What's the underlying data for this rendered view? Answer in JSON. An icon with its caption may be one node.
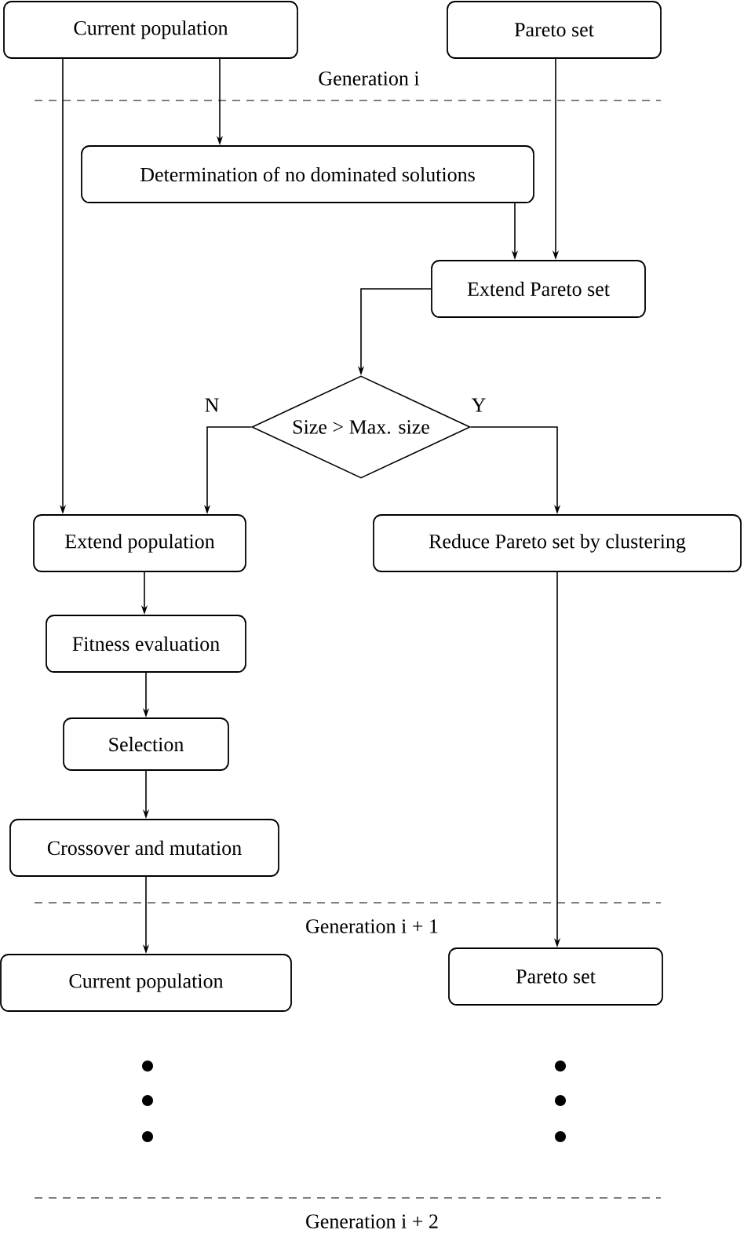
{
  "diagram": {
    "nodes": [
      {
        "text": [
          "Current population"
        ]
      },
      {
        "text": [
          "Pareto set"
        ]
      },
      {
        "text": [
          "Determination of no dominated solutions"
        ]
      },
      {
        "text": [
          "Extend Pareto set"
        ]
      },
      {
        "text": [
          "Size > Max. size"
        ]
      },
      {
        "text": [
          "Extend population"
        ]
      },
      {
        "text": [
          "Reduce Pareto set by clustering"
        ]
      },
      {
        "text": [
          "Fitness evaluation"
        ]
      },
      {
        "text": [
          "Selection"
        ]
      },
      {
        "text": [
          "Crossover and mutation"
        ]
      },
      {
        "text": [
          "Current population"
        ]
      },
      {
        "text": [
          "Pareto set"
        ]
      }
    ],
    "edges": [
      {
        "from": 0,
        "to": 2,
        "arrow": "to"
      },
      {
        "from": 0,
        "to": 5,
        "arrow": "to"
      },
      {
        "from": 1,
        "to": 3,
        "arrow": "to"
      },
      {
        "from": 2,
        "to": 3,
        "arrow": "to"
      },
      {
        "from": 3,
        "to": 4,
        "arrow": "to"
      },
      {
        "from": 4,
        "to": 5,
        "arrow": "to",
        "label": "N"
      },
      {
        "from": 4,
        "to": 6,
        "arrow": "to",
        "label": "Y"
      },
      {
        "from": 5,
        "to": 7,
        "arrow": "to"
      },
      {
        "from": 7,
        "to": 8,
        "arrow": "to"
      },
      {
        "from": 8,
        "to": 9,
        "arrow": "to"
      },
      {
        "from": 9,
        "to": 10,
        "arrow": "to"
      },
      {
        "from": 6,
        "to": 11,
        "arrow": "to"
      }
    ],
    "labels": [
      "Generation i",
      "Generation i + 1",
      "Generation i + 2"
    ]
  }
}
